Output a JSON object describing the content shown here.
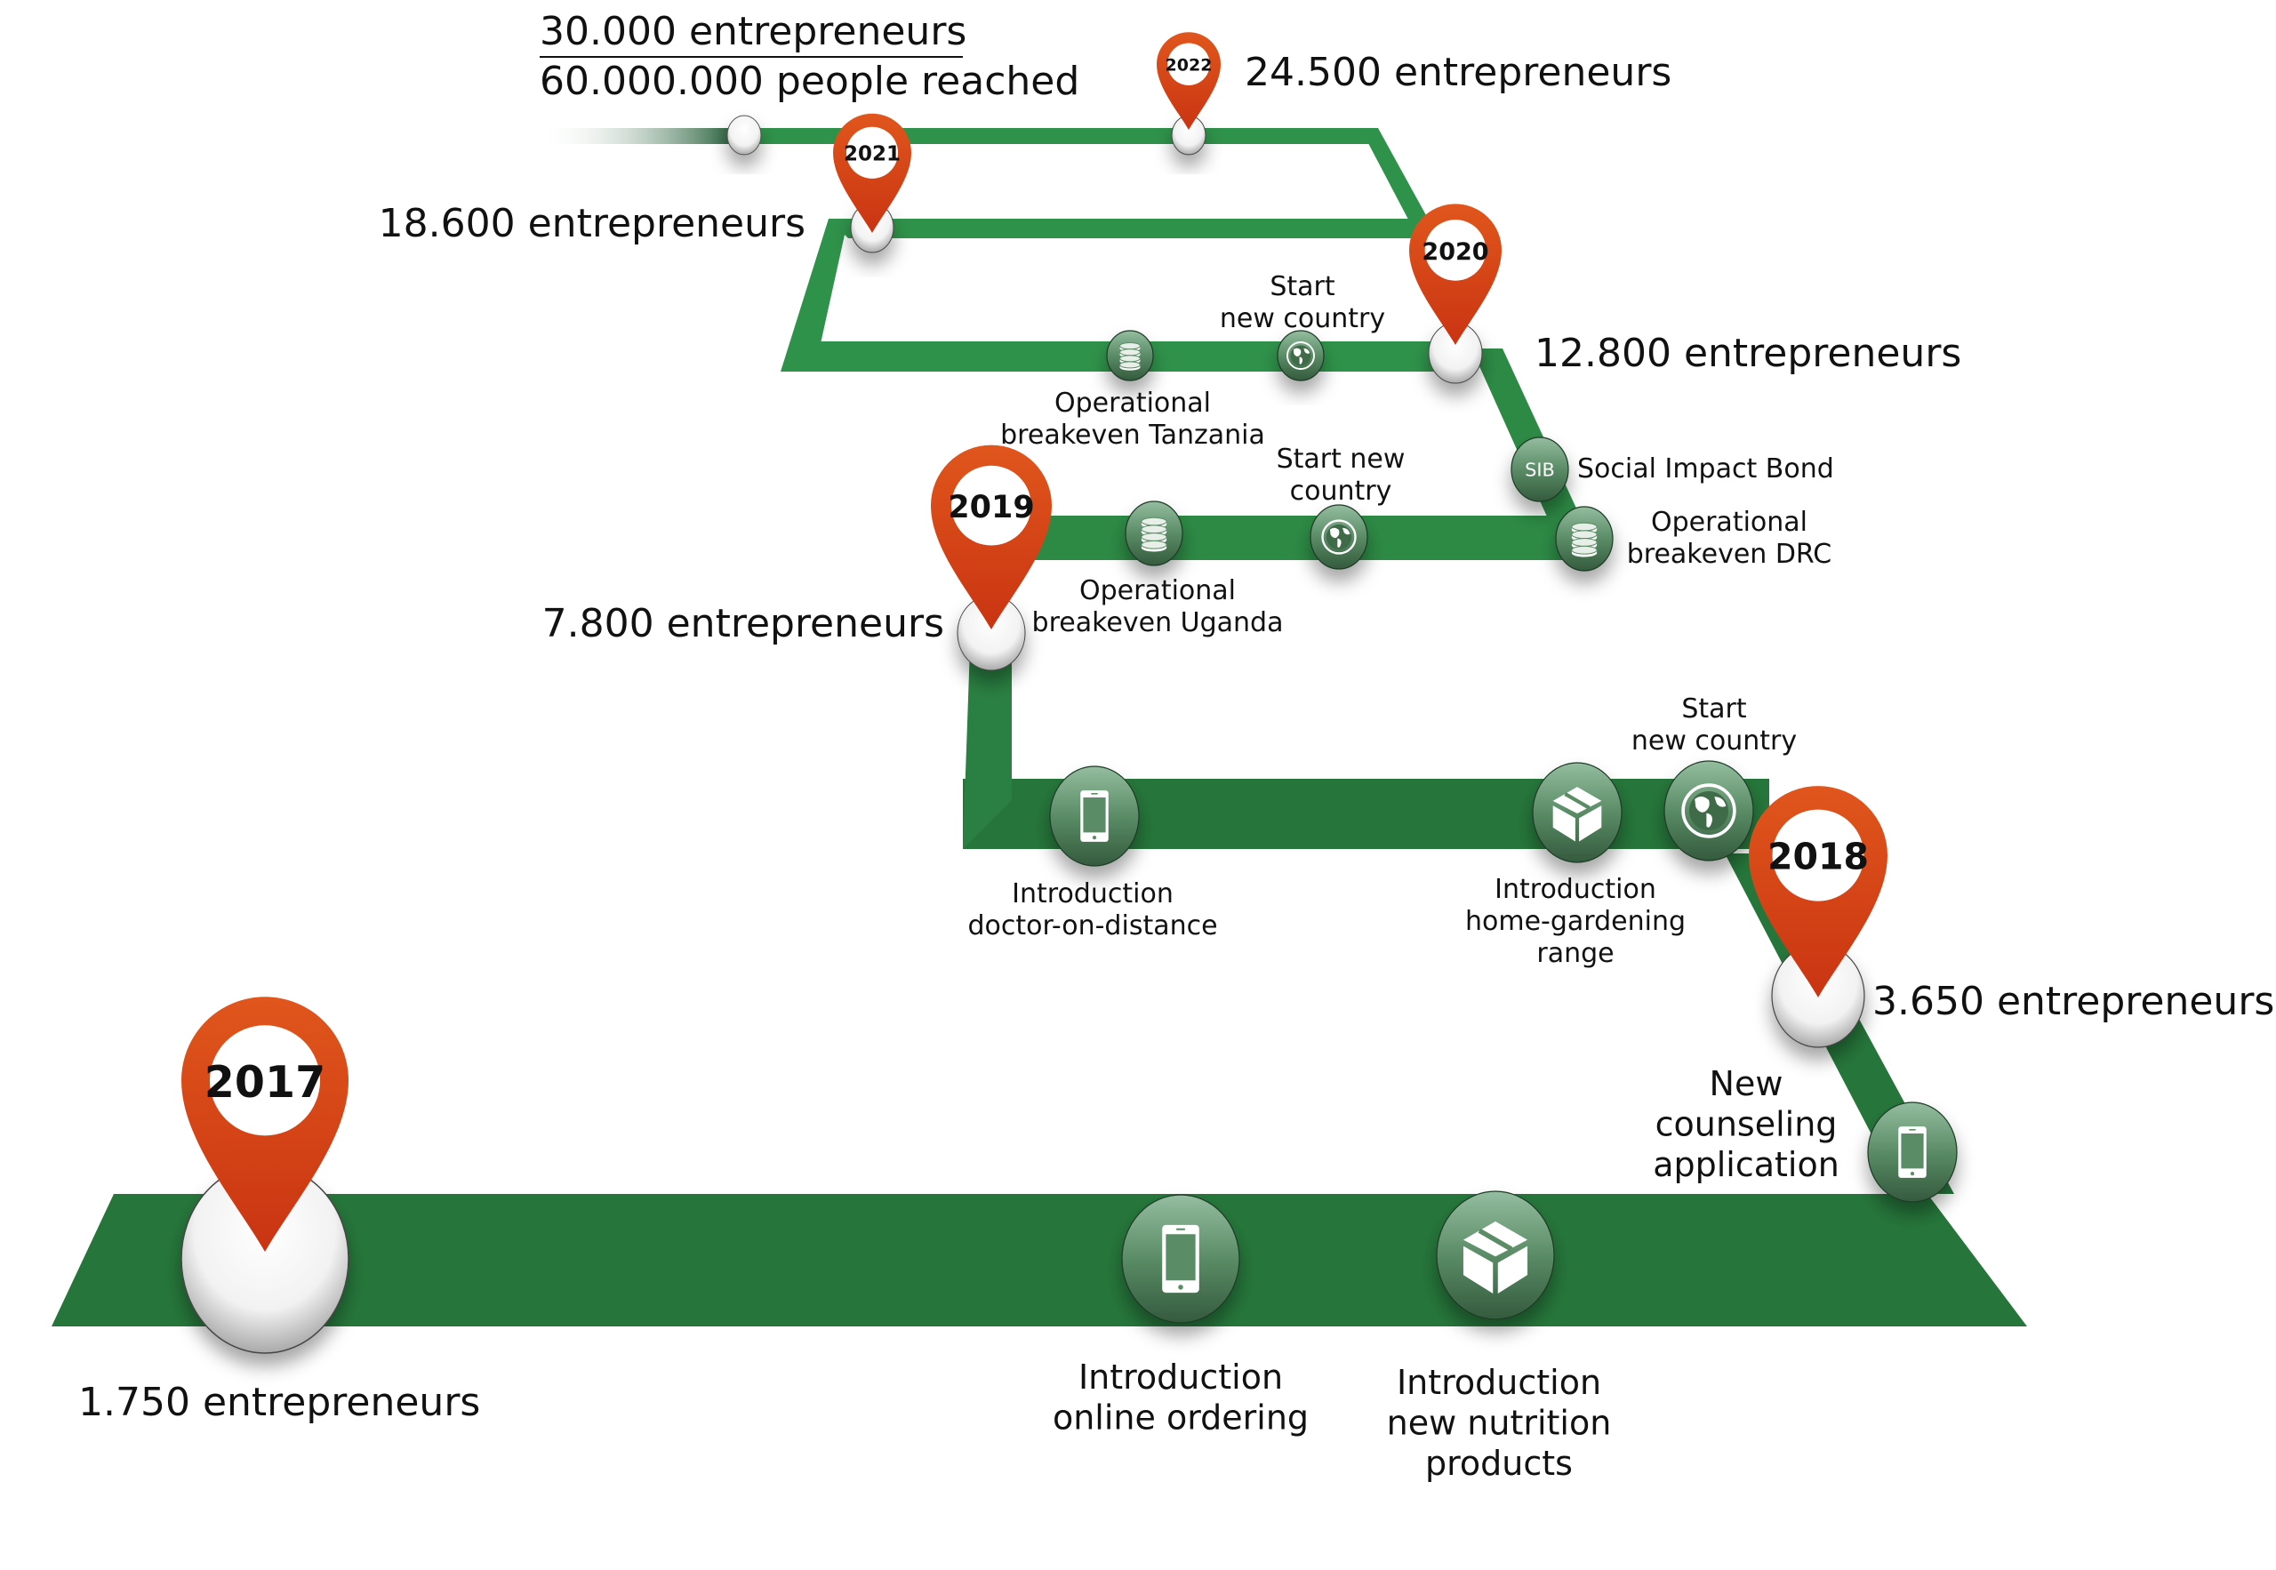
{
  "colors": {
    "track": "#26763b",
    "track_light": "#2f924a",
    "pin_top": "#e0561c",
    "pin_bottom": "#c93412",
    "node_top": "#8fb89a",
    "node_bottom": "#3c5e44"
  },
  "goal": {
    "line1": "30.000 entrepreneurs",
    "line2": "60.000.000 people reached"
  },
  "years": [
    {
      "year": "2017",
      "entrepreneurs": "1.750 entrepreneurs"
    },
    {
      "year": "2018",
      "entrepreneurs": "3.650 entrepreneurs"
    },
    {
      "year": "2019",
      "entrepreneurs": "7.800 entrepreneurs"
    },
    {
      "year": "2020",
      "entrepreneurs": "12.800 entrepreneurs"
    },
    {
      "year": "2021",
      "entrepreneurs": "18.600 entrepreneurs"
    },
    {
      "year": "2022",
      "entrepreneurs": "24.500 entrepreneurs"
    }
  ],
  "milestones": [
    {
      "icon": "phone-icon",
      "lines": [
        "Introduction",
        "online ordering"
      ]
    },
    {
      "icon": "box-icon",
      "lines": [
        "Introduction",
        "new nutrition",
        "products"
      ]
    },
    {
      "icon": "phone-icon",
      "lines": [
        "New",
        "counseling",
        "application"
      ]
    },
    {
      "icon": "phone-icon",
      "lines": [
        "Introduction",
        "doctor-on-distance"
      ]
    },
    {
      "icon": "box-icon",
      "lines": [
        "Introduction",
        "home-gardening",
        "range"
      ]
    },
    {
      "icon": "globe-icon",
      "lines": [
        "Start",
        "new country"
      ]
    },
    {
      "icon": "coins-icon",
      "lines": [
        "Operational",
        "breakeven Uganda"
      ]
    },
    {
      "icon": "globe-icon",
      "lines": [
        "Start new",
        "country"
      ]
    },
    {
      "icon": "coins-icon",
      "lines": [
        "Operational",
        "breakeven DRC"
      ]
    },
    {
      "icon": "sib-icon",
      "badge": "SIB",
      "lines": [
        "Social Impact Bond"
      ]
    },
    {
      "icon": "coins-icon",
      "lines": [
        "Operational",
        "breakeven Tanzania"
      ]
    },
    {
      "icon": "globe-icon",
      "lines": [
        "Start",
        "new country"
      ]
    }
  ]
}
